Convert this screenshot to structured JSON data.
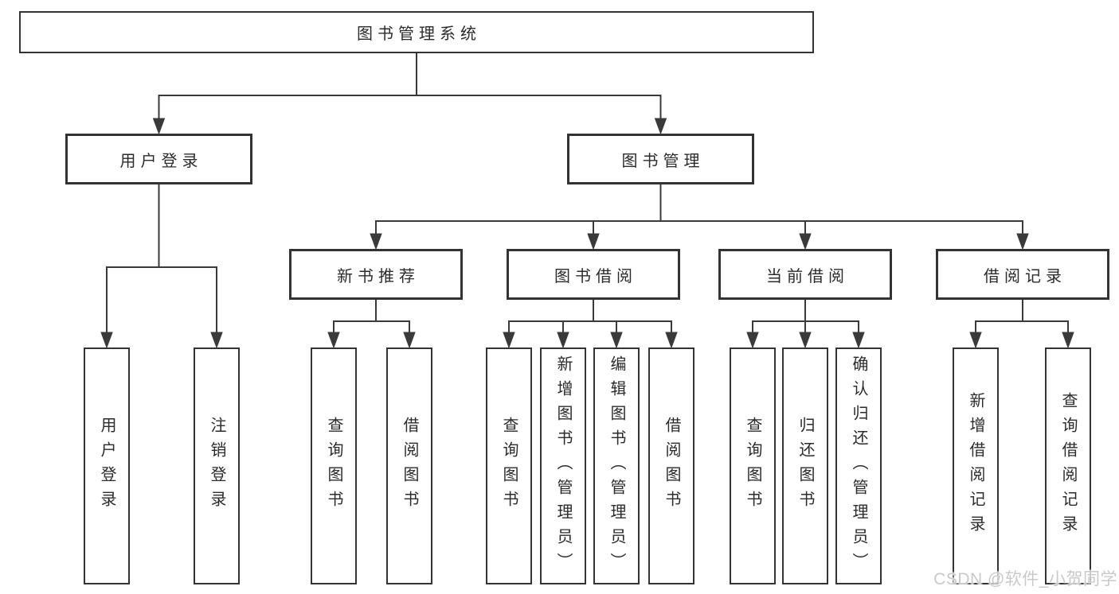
{
  "diagram_title": "图书管理系统",
  "tree": {
    "root": {
      "label": "图书管理系统"
    },
    "branches": [
      {
        "label": "用户登录",
        "children": [
          {
            "label": "用户登录"
          },
          {
            "label": "注销登录"
          }
        ]
      },
      {
        "label": "图书管理",
        "children": [
          {
            "label": "新书推荐",
            "children": [
              {
                "label": "查询图书"
              },
              {
                "label": "借阅图书"
              }
            ]
          },
          {
            "label": "图书借阅",
            "children": [
              {
                "label": "查询图书"
              },
              {
                "label": "新增图书（管理员）"
              },
              {
                "label": "编辑图书（管理员）"
              },
              {
                "label": "借阅图书"
              }
            ]
          },
          {
            "label": "当前借阅",
            "children": [
              {
                "label": "查询图书"
              },
              {
                "label": "归还图书"
              },
              {
                "label": "确认归还（管理员）"
              }
            ]
          },
          {
            "label": "借阅记录",
            "children": [
              {
                "label": "新增借阅记录"
              },
              {
                "label": "查询借阅记录"
              }
            ]
          }
        ]
      }
    ]
  },
  "watermark": "CSDN @软件_小贺同学",
  "colors": {
    "line": "#3a3a3a",
    "box_border": "#333333",
    "text": "#2b2b2b",
    "watermark": "#c9c9c9",
    "background": "#ffffff"
  }
}
